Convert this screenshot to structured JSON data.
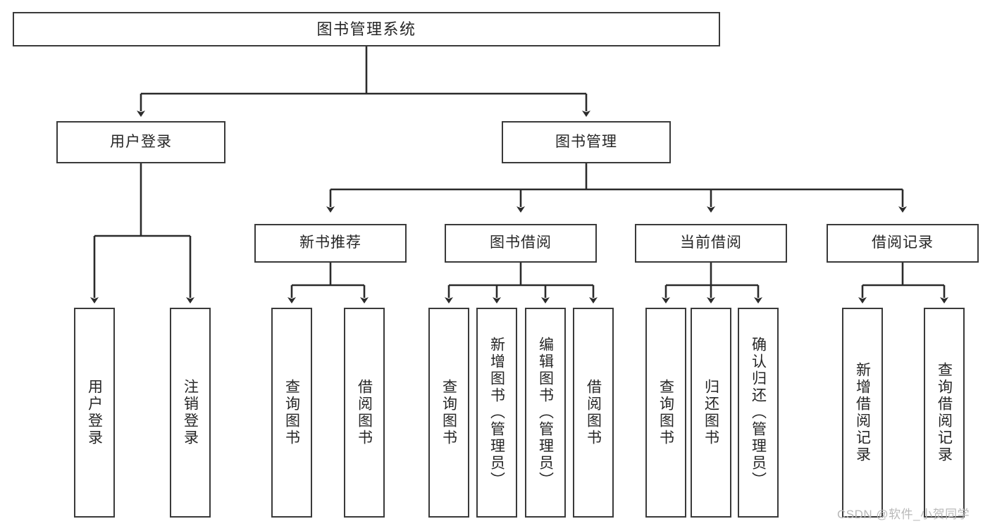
{
  "diagram": {
    "type": "tree-hierarchy",
    "title": "图书管理系统",
    "orientation": "top-down",
    "colors": {
      "box_border": "#3a3a3a",
      "box_fill": "#ffffff",
      "connector": "#2b2b2b",
      "text": "#262626",
      "watermark": "#b9b9b9",
      "background": "#ffffff"
    }
  },
  "nodes": {
    "root": {
      "label": "图书管理系统"
    },
    "level2": [
      {
        "id": "user-login",
        "label": "用户登录"
      },
      {
        "id": "book-management",
        "label": "图书管理"
      }
    ],
    "level3": [
      {
        "id": "new-book-recommend",
        "label": "新书推荐"
      },
      {
        "id": "book-borrow",
        "label": "图书借阅"
      },
      {
        "id": "current-borrow",
        "label": "当前借阅"
      },
      {
        "id": "borrow-record",
        "label": "借阅记录"
      }
    ],
    "leaves": {
      "user_login": [
        {
          "id": "leaf-user-login",
          "label": "用户登录"
        },
        {
          "id": "leaf-logout-login",
          "label": "注销登录"
        }
      ],
      "new_book_recommend": [
        {
          "id": "leaf-query-book-1",
          "label": "查询图书"
        },
        {
          "id": "leaf-borrow-book-1",
          "label": "借阅图书"
        }
      ],
      "book_borrow": [
        {
          "id": "leaf-query-book-2",
          "label": "查询图书"
        },
        {
          "id": "leaf-add-book",
          "label": "新增图书（管理员）"
        },
        {
          "id": "leaf-edit-book",
          "label": "编辑图书（管理员）"
        },
        {
          "id": "leaf-borrow-book-2",
          "label": "借阅图书"
        }
      ],
      "current_borrow": [
        {
          "id": "leaf-query-book-3",
          "label": "查询图书"
        },
        {
          "id": "leaf-return-book",
          "label": "归还图书"
        },
        {
          "id": "leaf-confirm-return",
          "label": "确认归还（管理员）"
        }
      ],
      "borrow_record": [
        {
          "id": "leaf-add-record",
          "label": "新增借阅记录"
        },
        {
          "id": "leaf-query-record",
          "label": "查询借阅记录"
        }
      ]
    }
  },
  "watermark": {
    "text": "CSDN @软件_小贺同学"
  }
}
